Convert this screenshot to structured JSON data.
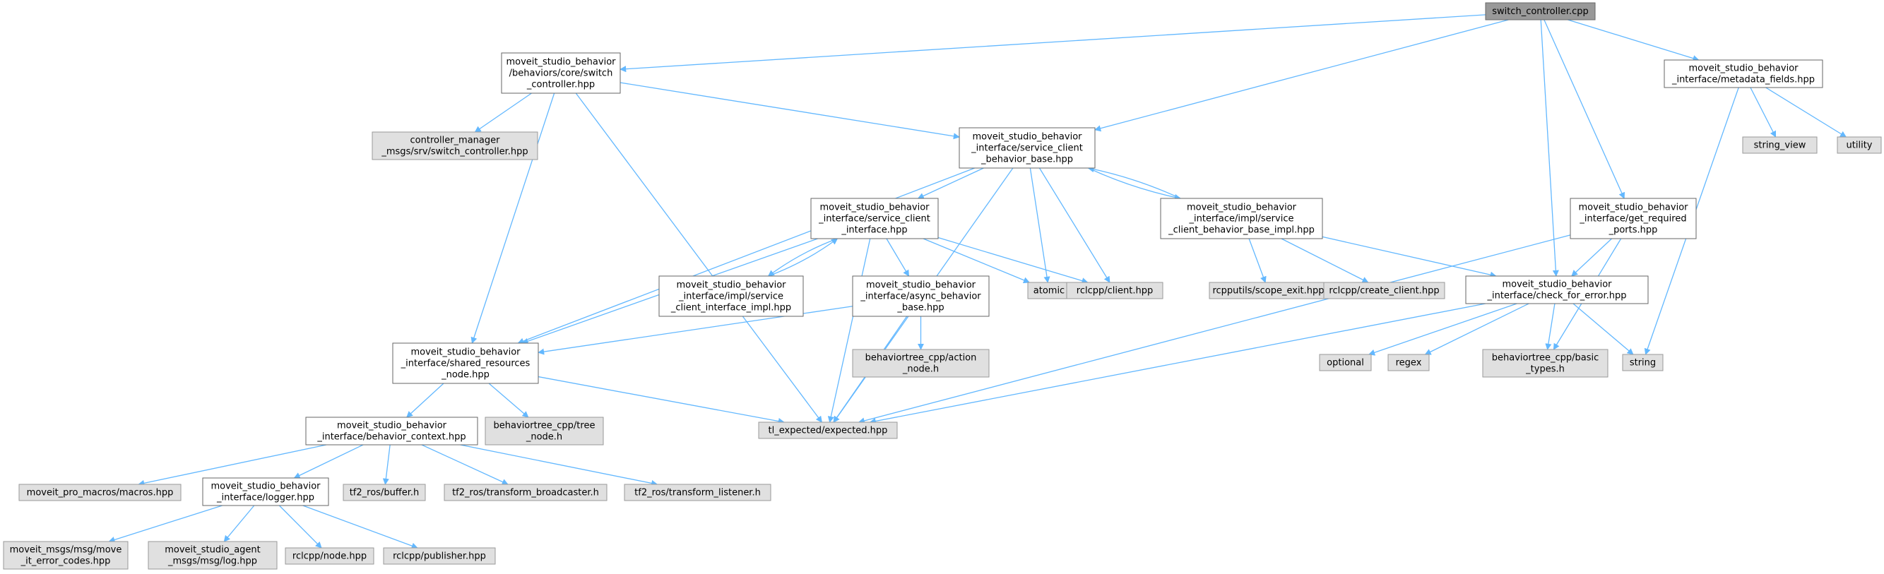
{
  "colors": {
    "edge": "#63b8ff",
    "root_fill": "#999999",
    "root_border": "#666666",
    "doc_fill": "#ffffff",
    "doc_border": "#666666",
    "external_fill": "#e0e0e0",
    "external_border": "#999999"
  },
  "nodes": [
    {
      "id": "root",
      "kind": "root",
      "lines": [
        "switch_controller.cpp"
      ]
    },
    {
      "id": "sc_hpp",
      "kind": "doc",
      "lines": [
        "moveit_studio_behavior",
        "/behaviors/core/switch",
        "_controller.hpp"
      ]
    },
    {
      "id": "metadata",
      "kind": "doc",
      "lines": [
        "moveit_studio_behavior",
        "_interface/metadata_fields.hpp"
      ]
    },
    {
      "id": "cm_srv",
      "kind": "external",
      "lines": [
        "controller_manager",
        "_msgs/srv/switch_controller.hpp"
      ]
    },
    {
      "id": "scbb",
      "kind": "doc",
      "lines": [
        "moveit_studio_behavior",
        "_interface/service_client",
        "_behavior_base.hpp"
      ]
    },
    {
      "id": "string_view",
      "kind": "external",
      "lines": [
        "string_view"
      ]
    },
    {
      "id": "utility",
      "kind": "external",
      "lines": [
        "utility"
      ]
    },
    {
      "id": "sci",
      "kind": "doc",
      "lines": [
        "moveit_studio_behavior",
        "_interface/service_client",
        "_interface.hpp"
      ]
    },
    {
      "id": "scbb_impl",
      "kind": "doc",
      "lines": [
        "moveit_studio_behavior",
        "_interface/impl/service",
        "_client_behavior_base_impl.hpp"
      ]
    },
    {
      "id": "grp",
      "kind": "doc",
      "lines": [
        "moveit_studio_behavior",
        "_interface/get_required",
        "_ports.hpp"
      ]
    },
    {
      "id": "sci_impl",
      "kind": "doc",
      "lines": [
        "moveit_studio_behavior",
        "_interface/impl/service",
        "_client_interface_impl.hpp"
      ]
    },
    {
      "id": "abb",
      "kind": "doc",
      "lines": [
        "moveit_studio_behavior",
        "_interface/async_behavior",
        "_base.hpp"
      ]
    },
    {
      "id": "atomic",
      "kind": "external",
      "lines": [
        "atomic"
      ]
    },
    {
      "id": "client_hpp",
      "kind": "external",
      "lines": [
        "rclcpp/client.hpp"
      ]
    },
    {
      "id": "scope_exit",
      "kind": "external",
      "lines": [
        "rcpputils/scope_exit.hpp"
      ]
    },
    {
      "id": "create_client",
      "kind": "external",
      "lines": [
        "rclcpp/create_client.hpp"
      ]
    },
    {
      "id": "cfe",
      "kind": "doc",
      "lines": [
        "moveit_studio_behavior",
        "_interface/check_for_error.hpp"
      ]
    },
    {
      "id": "srn",
      "kind": "doc",
      "lines": [
        "moveit_studio_behavior",
        "_interface/shared_resources",
        "_node.hpp"
      ]
    },
    {
      "id": "action_node",
      "kind": "external",
      "lines": [
        "behaviortree_cpp/action",
        "_node.h"
      ]
    },
    {
      "id": "optional",
      "kind": "external",
      "lines": [
        "optional"
      ]
    },
    {
      "id": "regex",
      "kind": "external",
      "lines": [
        "regex"
      ]
    },
    {
      "id": "basic_types",
      "kind": "external",
      "lines": [
        "behaviortree_cpp/basic",
        "_types.h"
      ]
    },
    {
      "id": "string",
      "kind": "external",
      "lines": [
        "string"
      ]
    },
    {
      "id": "bctx",
      "kind": "doc",
      "lines": [
        "moveit_studio_behavior",
        "_interface/behavior_context.hpp"
      ]
    },
    {
      "id": "tree_node",
      "kind": "external",
      "lines": [
        "behaviortree_cpp/tree",
        "_node.h"
      ]
    },
    {
      "id": "expected",
      "kind": "external",
      "lines": [
        "tl_expected/expected.hpp"
      ]
    },
    {
      "id": "macros",
      "kind": "external",
      "lines": [
        "moveit_pro_macros/macros.hpp"
      ]
    },
    {
      "id": "logger",
      "kind": "doc",
      "lines": [
        "moveit_studio_behavior",
        "_interface/logger.hpp"
      ]
    },
    {
      "id": "buffer",
      "kind": "external",
      "lines": [
        "tf2_ros/buffer.h"
      ]
    },
    {
      "id": "tbroad",
      "kind": "external",
      "lines": [
        "tf2_ros/transform_broadcaster.h"
      ]
    },
    {
      "id": "tlisten",
      "kind": "external",
      "lines": [
        "tf2_ros/transform_listener.h"
      ]
    },
    {
      "id": "move_it_err",
      "kind": "external",
      "lines": [
        "moveit_msgs/msg/move",
        "_it_error_codes.hpp"
      ]
    },
    {
      "id": "agent_log",
      "kind": "external",
      "lines": [
        "moveit_studio_agent",
        "_msgs/msg/log.hpp"
      ]
    },
    {
      "id": "node_hpp",
      "kind": "external",
      "lines": [
        "rclcpp/node.hpp"
      ]
    },
    {
      "id": "publisher",
      "kind": "external",
      "lines": [
        "rclcpp/publisher.hpp"
      ]
    }
  ],
  "edges": [
    [
      "root",
      "sc_hpp"
    ],
    [
      "root",
      "scbb"
    ],
    [
      "root",
      "metadata"
    ],
    [
      "root",
      "grp"
    ],
    [
      "root",
      "cfe"
    ],
    [
      "sc_hpp",
      "cm_srv"
    ],
    [
      "sc_hpp",
      "scbb"
    ],
    [
      "sc_hpp",
      "srn"
    ],
    [
      "sc_hpp",
      "expected"
    ],
    [
      "metadata",
      "string_view"
    ],
    [
      "metadata",
      "utility"
    ],
    [
      "metadata",
      "string"
    ],
    [
      "scbb",
      "sci"
    ],
    [
      "scbb",
      "scbb_impl"
    ],
    [
      "scbb",
      "atomic"
    ],
    [
      "scbb",
      "client_hpp"
    ],
    [
      "scbb",
      "srn"
    ],
    [
      "scbb",
      "expected"
    ],
    [
      "sci",
      "sci_impl"
    ],
    [
      "sci",
      "abb"
    ],
    [
      "sci",
      "atomic"
    ],
    [
      "sci",
      "client_hpp"
    ],
    [
      "sci",
      "srn"
    ],
    [
      "sci",
      "expected"
    ],
    [
      "sci_impl",
      "sci"
    ],
    [
      "scbb_impl",
      "scbb"
    ],
    [
      "scbb_impl",
      "scope_exit"
    ],
    [
      "scbb_impl",
      "create_client"
    ],
    [
      "scbb_impl",
      "cfe"
    ],
    [
      "grp",
      "cfe"
    ],
    [
      "grp",
      "basic_types"
    ],
    [
      "grp",
      "expected"
    ],
    [
      "abb",
      "action_node"
    ],
    [
      "abb",
      "srn"
    ],
    [
      "abb",
      "expected"
    ],
    [
      "cfe",
      "optional"
    ],
    [
      "cfe",
      "regex"
    ],
    [
      "cfe",
      "basic_types"
    ],
    [
      "cfe",
      "string"
    ],
    [
      "cfe",
      "expected"
    ],
    [
      "srn",
      "bctx"
    ],
    [
      "srn",
      "tree_node"
    ],
    [
      "srn",
      "expected"
    ],
    [
      "bctx",
      "macros"
    ],
    [
      "bctx",
      "logger"
    ],
    [
      "bctx",
      "buffer"
    ],
    [
      "bctx",
      "tbroad"
    ],
    [
      "bctx",
      "tlisten"
    ],
    [
      "logger",
      "move_it_err"
    ],
    [
      "logger",
      "agent_log"
    ],
    [
      "logger",
      "node_hpp"
    ],
    [
      "logger",
      "publisher"
    ]
  ]
}
